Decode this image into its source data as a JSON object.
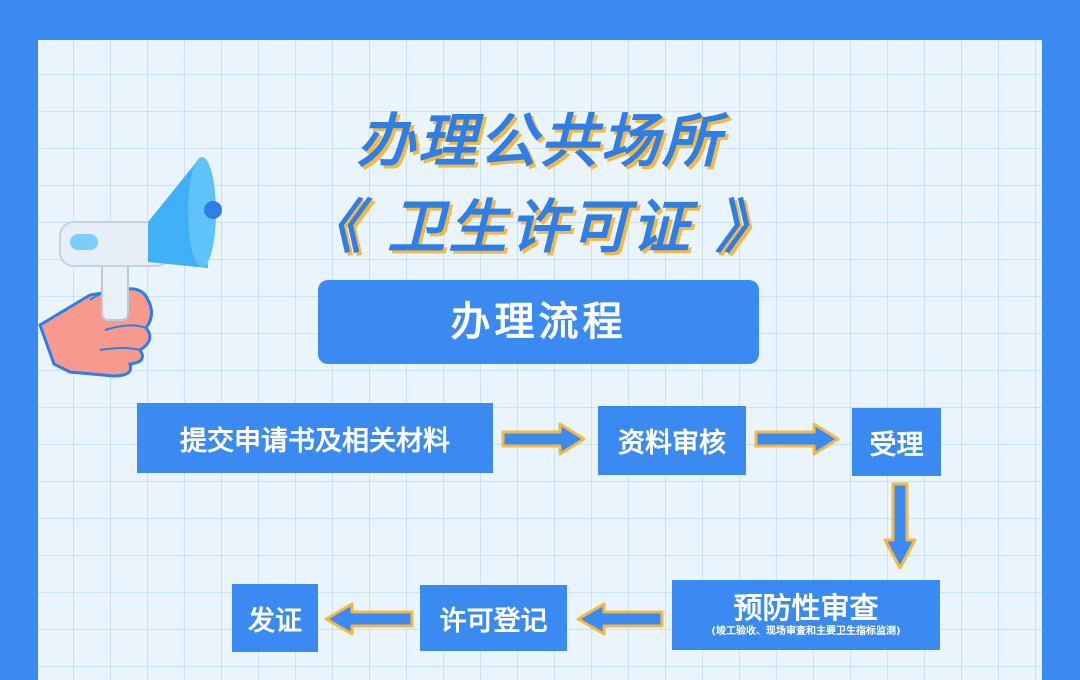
{
  "title": {
    "line1": "办理公共场所",
    "line2": "《 卫生许可证 》"
  },
  "banner": "办理流程",
  "steps": {
    "submit": "提交申请书及相关材料",
    "review": "资料审核",
    "accept": "受理",
    "inspect": "预防性审查",
    "inspect_note": "(竣工验收、现场审查和主要卫生指标监测)",
    "register": "许可登记",
    "issue": "发证"
  },
  "colors": {
    "background": "#3a8af2",
    "canvas": "#eaf4fd",
    "title": "#2f7ee6",
    "title_shadow": "#f5b942",
    "node": "#3a8af2",
    "arrow_fill": "#3a8af2",
    "arrow_outline": "#f5b942"
  },
  "icons": [
    "megaphone-icon",
    "hand-icon"
  ]
}
